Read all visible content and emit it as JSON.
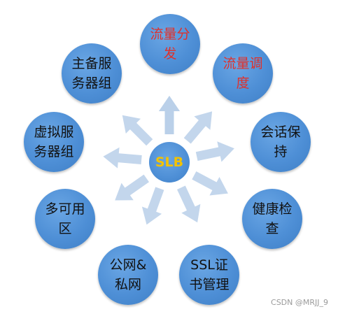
{
  "center": {
    "label": "SLB"
  },
  "nodes": [
    {
      "id": "traffic-distribution",
      "label": "流量分发",
      "color": "red"
    },
    {
      "id": "traffic-scheduling",
      "label": "流量调度",
      "color": "red"
    },
    {
      "id": "session-persistence",
      "label": "会话保持",
      "color": "black"
    },
    {
      "id": "health-check",
      "label": "健康检查",
      "color": "black"
    },
    {
      "id": "ssl-cert",
      "label": "SSL证书管理",
      "color": "black"
    },
    {
      "id": "public-private-net",
      "label": "公网&私网",
      "color": "black"
    },
    {
      "id": "multi-az",
      "label": "多可用区",
      "color": "black"
    },
    {
      "id": "virtual-server-group",
      "label": "虚拟服务器组",
      "color": "black"
    },
    {
      "id": "primary-backup-group",
      "label": "主备服务器组",
      "color": "black"
    }
  ],
  "colors": {
    "node_fill": "#4e8fd6",
    "arrow_fill": "#b8cfe9",
    "center_text": "#f2c200",
    "red_text": "#e0302a"
  },
  "credit": "CSDN @MRJJ_9"
}
